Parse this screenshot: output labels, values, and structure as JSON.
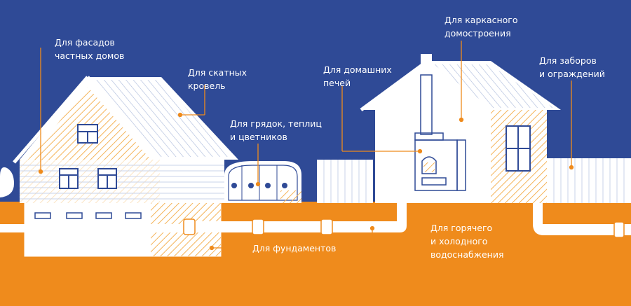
{
  "colors": {
    "sky": "#2f4a96",
    "ground": "#ef8b1c",
    "structure": "#ffffff",
    "hatch": "#f4b45a",
    "accent": "#ef8b1c"
  },
  "labels": {
    "facades": [
      "Для фасадов",
      "частных домов"
    ],
    "roofs": [
      "Для скатных",
      "кровель"
    ],
    "garden": [
      "Для грядок, теплиц",
      "и цветников"
    ],
    "stoves": [
      "Для домашних",
      "печей"
    ],
    "frame": [
      "Для каркасного",
      "домостроения"
    ],
    "fences": [
      "Для заборов",
      "и ограждений"
    ],
    "water": [
      "Для горячего",
      "и холодного",
      "водоснабжения"
    ],
    "foundations": [
      "Для фундаментов"
    ]
  }
}
